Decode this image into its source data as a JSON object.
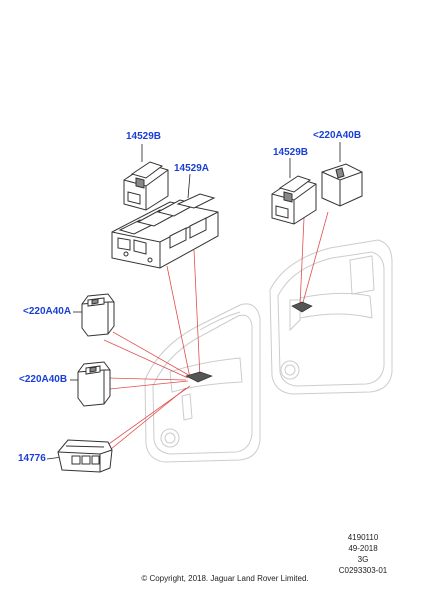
{
  "callouts": {
    "top_left_switch": "14529B",
    "main_switch_pack": "14529A",
    "top_right_switch": "14529B",
    "top_right_module": "<220A40B",
    "mid_left_module": "<220A40A",
    "lower_left_module": "<220A40B",
    "bottom_left_pack": "14776"
  },
  "reference": {
    "line1": "4190110",
    "line2": "49-2018",
    "line3": "3G",
    "line4": "C0293303-01"
  },
  "copyright": "© Copyright, 2018. Jaguar Land Rover Limited.",
  "colors": {
    "callout": "#1a3fd6",
    "leader": "#e05050",
    "outline": "#333333",
    "ghost": "#cccccc"
  }
}
